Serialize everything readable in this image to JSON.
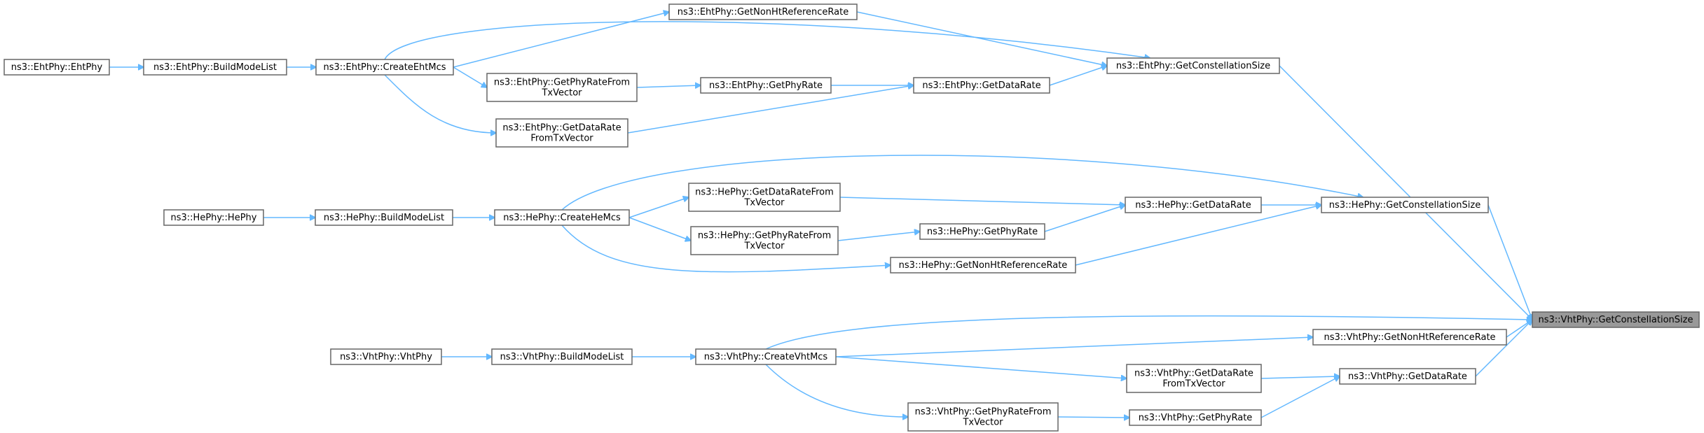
{
  "diagram": {
    "nodes": [
      {
        "id": "vht_getconst",
        "lines": [
          "ns3::VhtPhy::GetConstellationSize"
        ],
        "highlight": true
      },
      {
        "id": "eht_getconst",
        "lines": [
          "ns3::EhtPhy::GetConstellationSize"
        ]
      },
      {
        "id": "he_getconst",
        "lines": [
          "ns3::HePhy::GetConstellationSize"
        ]
      },
      {
        "id": "vht_createmcs",
        "lines": [
          "ns3::VhtPhy::CreateVhtMcs"
        ]
      },
      {
        "id": "vht_getnonht",
        "lines": [
          "ns3::VhtPhy::GetNonHtReferenceRate"
        ]
      },
      {
        "id": "vht_getdatarate",
        "lines": [
          "ns3::VhtPhy::GetDataRate"
        ]
      },
      {
        "id": "eht_createmcs",
        "lines": [
          "ns3::EhtPhy::CreateEhtMcs"
        ]
      },
      {
        "id": "eht_getnonht",
        "lines": [
          "ns3::EhtPhy::GetNonHtReferenceRate"
        ]
      },
      {
        "id": "eht_getdatarate",
        "lines": [
          "ns3::EhtPhy::GetDataRate"
        ]
      },
      {
        "id": "he_createmcs",
        "lines": [
          "ns3::HePhy::CreateHeMcs"
        ]
      },
      {
        "id": "he_getdatarate",
        "lines": [
          "ns3::HePhy::GetDataRate"
        ]
      },
      {
        "id": "he_getnonht",
        "lines": [
          "ns3::HePhy::GetNonHtReferenceRate"
        ]
      },
      {
        "id": "vht_buildmodelist",
        "lines": [
          "ns3::VhtPhy::BuildModeList"
        ]
      },
      {
        "id": "vht_getdataratefromtx",
        "lines": [
          "ns3::VhtPhy::GetDataRate",
          "FromTxVector"
        ]
      },
      {
        "id": "vht_getphyrate",
        "lines": [
          "ns3::VhtPhy::GetPhyRate"
        ]
      },
      {
        "id": "vht_ctor",
        "lines": [
          "ns3::VhtPhy::VhtPhy"
        ]
      },
      {
        "id": "vht_getphyratefromtx",
        "lines": [
          "ns3::VhtPhy::GetPhyRateFrom",
          "TxVector"
        ]
      },
      {
        "id": "eht_buildmodelist",
        "lines": [
          "ns3::EhtPhy::BuildModeList"
        ]
      },
      {
        "id": "eht_getdataratefromtx",
        "lines": [
          "ns3::EhtPhy::GetDataRate",
          "FromTxVector"
        ]
      },
      {
        "id": "eht_getphyratefromtx",
        "lines": [
          "ns3::EhtPhy::GetPhyRateFrom",
          "TxVector"
        ]
      },
      {
        "id": "eht_ctor",
        "lines": [
          "ns3::EhtPhy::EhtPhy"
        ]
      },
      {
        "id": "eht_getphyrate",
        "lines": [
          "ns3::EhtPhy::GetPhyRate"
        ]
      },
      {
        "id": "he_buildmodelist",
        "lines": [
          "ns3::HePhy::BuildModeList"
        ]
      },
      {
        "id": "he_getdataratefromtx",
        "lines": [
          "ns3::HePhy::GetDataRateFrom",
          "TxVector"
        ]
      },
      {
        "id": "he_getphyratefromtx",
        "lines": [
          "ns3::HePhy::GetPhyRateFrom",
          "TxVector"
        ]
      },
      {
        "id": "he_getphyrate",
        "lines": [
          "ns3::HePhy::GetPhyRate"
        ]
      },
      {
        "id": "he_ctor",
        "lines": [
          "ns3::HePhy::HePhy"
        ]
      }
    ],
    "edges": [
      {
        "from": "vht_getconst",
        "to": "eht_getconst"
      },
      {
        "from": "vht_getconst",
        "to": "he_getconst"
      },
      {
        "from": "vht_getconst",
        "to": "vht_createmcs"
      },
      {
        "from": "vht_getconst",
        "to": "vht_getnonht"
      },
      {
        "from": "vht_getconst",
        "to": "vht_getdatarate"
      },
      {
        "from": "eht_getconst",
        "to": "eht_createmcs"
      },
      {
        "from": "eht_getconst",
        "to": "eht_getnonht"
      },
      {
        "from": "eht_getconst",
        "to": "eht_getdatarate"
      },
      {
        "from": "he_getconst",
        "to": "he_createmcs"
      },
      {
        "from": "he_getconst",
        "to": "he_getdatarate"
      },
      {
        "from": "he_getconst",
        "to": "he_getnonht"
      },
      {
        "from": "vht_createmcs",
        "to": "vht_buildmodelist"
      },
      {
        "from": "vht_getnonht",
        "to": "vht_createmcs"
      },
      {
        "from": "vht_getdatarate",
        "to": "vht_getdataratefromtx"
      },
      {
        "from": "vht_getdatarate",
        "to": "vht_getphyrate"
      },
      {
        "from": "eht_createmcs",
        "to": "eht_buildmodelist"
      },
      {
        "from": "eht_getnonht",
        "to": "eht_createmcs"
      },
      {
        "from": "eht_getdatarate",
        "to": "eht_getdataratefromtx"
      },
      {
        "from": "eht_getdatarate",
        "to": "eht_getphyrate"
      },
      {
        "from": "he_createmcs",
        "to": "he_buildmodelist"
      },
      {
        "from": "he_getdatarate",
        "to": "he_getdataratefromtx"
      },
      {
        "from": "he_getdatarate",
        "to": "he_getphyrate"
      },
      {
        "from": "he_getnonht",
        "to": "he_createmcs"
      },
      {
        "from": "vht_buildmodelist",
        "to": "vht_ctor"
      },
      {
        "from": "vht_getdataratefromtx",
        "to": "vht_createmcs"
      },
      {
        "from": "vht_getphyrate",
        "to": "vht_getphyratefromtx"
      },
      {
        "from": "eht_buildmodelist",
        "to": "eht_ctor"
      },
      {
        "from": "eht_getdataratefromtx",
        "to": "eht_createmcs"
      },
      {
        "from": "eht_getphyrate",
        "to": "eht_getphyratefromtx"
      },
      {
        "from": "he_buildmodelist",
        "to": "he_ctor"
      },
      {
        "from": "he_getdataratefromtx",
        "to": "he_createmcs"
      },
      {
        "from": "he_getphyratefromtx",
        "to": "he_createmcs"
      },
      {
        "from": "he_getphyrate",
        "to": "he_getphyratefromtx"
      },
      {
        "from": "vht_getphyratefromtx",
        "to": "vht_createmcs"
      },
      {
        "from": "eht_getphyratefromtx",
        "to": "eht_createmcs"
      }
    ],
    "colors": {
      "edge": "#63b8ff",
      "node_border": "#666666",
      "node_fill": "#ffffff",
      "highlight_fill": "#999999"
    }
  }
}
